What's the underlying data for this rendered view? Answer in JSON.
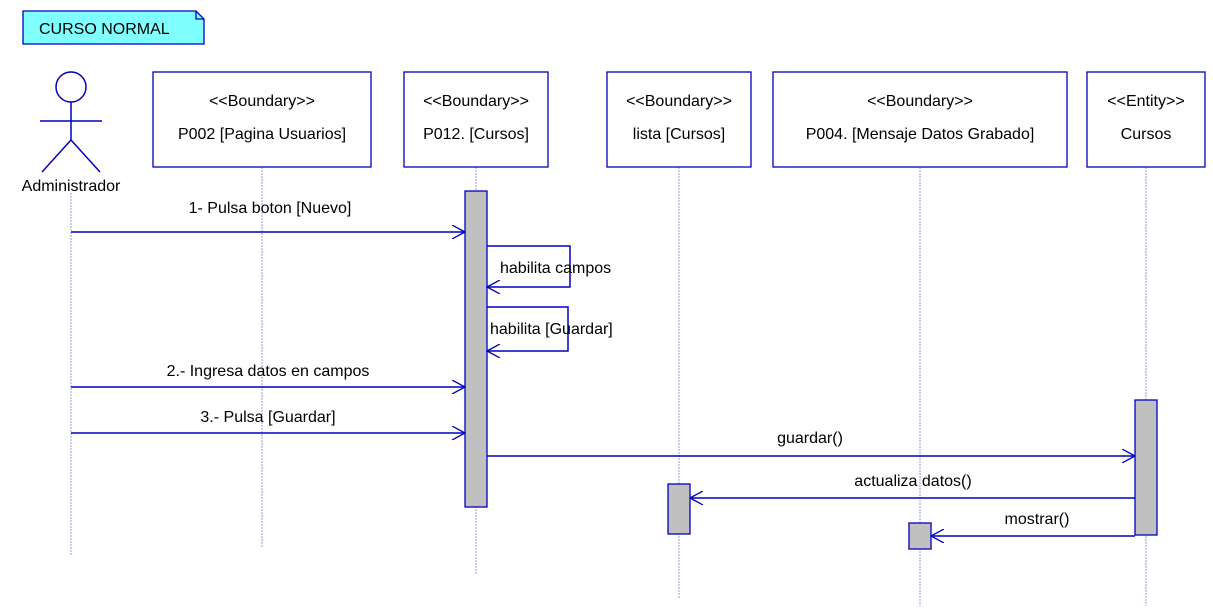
{
  "note": {
    "text": "CURSO NORMAL",
    "fill": "#80ffff",
    "stroke": "#0000c0"
  },
  "actor": {
    "name": "Administrador",
    "stroke": "#0000c0"
  },
  "lifelines": [
    {
      "id": "p002",
      "stereotype": "<<Boundary>>",
      "name": "P002 [Pagina Usuarios]"
    },
    {
      "id": "p012",
      "stereotype": "<<Boundary>>",
      "name": "P012. [Cursos]"
    },
    {
      "id": "lista",
      "stereotype": "<<Boundary>>",
      "name": "lista [Cursos]"
    },
    {
      "id": "p004",
      "stereotype": "<<Boundary>>",
      "name": "P004. [Mensaje Datos Grabado]"
    },
    {
      "id": "cursos",
      "stereotype": "<<Entity>>",
      "name": "Cursos"
    }
  ],
  "messages": [
    {
      "from": "Administrador",
      "to": "P012. [Cursos]",
      "label": "1- Pulsa boton [Nuevo]"
    },
    {
      "from": "P012. [Cursos]",
      "to": "P012. [Cursos]",
      "label": "habilita campos"
    },
    {
      "from": "P012. [Cursos]",
      "to": "P012. [Cursos]",
      "label": "habilita [Guardar]"
    },
    {
      "from": "Administrador",
      "to": "P012. [Cursos]",
      "label": "2.- Ingresa datos en campos"
    },
    {
      "from": "Administrador",
      "to": "P012. [Cursos]",
      "label": "3.- Pulsa [Guardar]"
    },
    {
      "from": "P012. [Cursos]",
      "to": "Cursos",
      "label": "guardar()"
    },
    {
      "from": "Cursos",
      "to": "lista [Cursos]",
      "label": "actualiza datos()"
    },
    {
      "from": "Cursos",
      "to": "P004. [Mensaje Datos Grabado]",
      "label": "mostrar()"
    }
  ],
  "colors": {
    "line": "#0000c0",
    "lifeline": "#9999dd",
    "activation": "#c0c0c0",
    "box_fill": "#ffffff"
  }
}
